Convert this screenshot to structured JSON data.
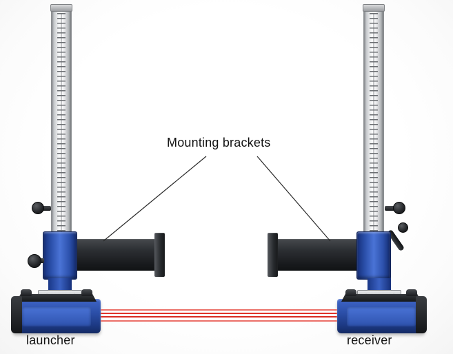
{
  "diagram": {
    "labels": {
      "mounting_brackets": "Mounting brackets",
      "launcher": "launcher",
      "receiver": "receiver"
    },
    "colors": {
      "stand_blue": "#2d52ad",
      "bracket_dark": "#26282b",
      "laser_red": "#e0332a",
      "column_silver": "#d9dadc",
      "background": "#ffffff",
      "label_text": "#121212"
    }
  }
}
